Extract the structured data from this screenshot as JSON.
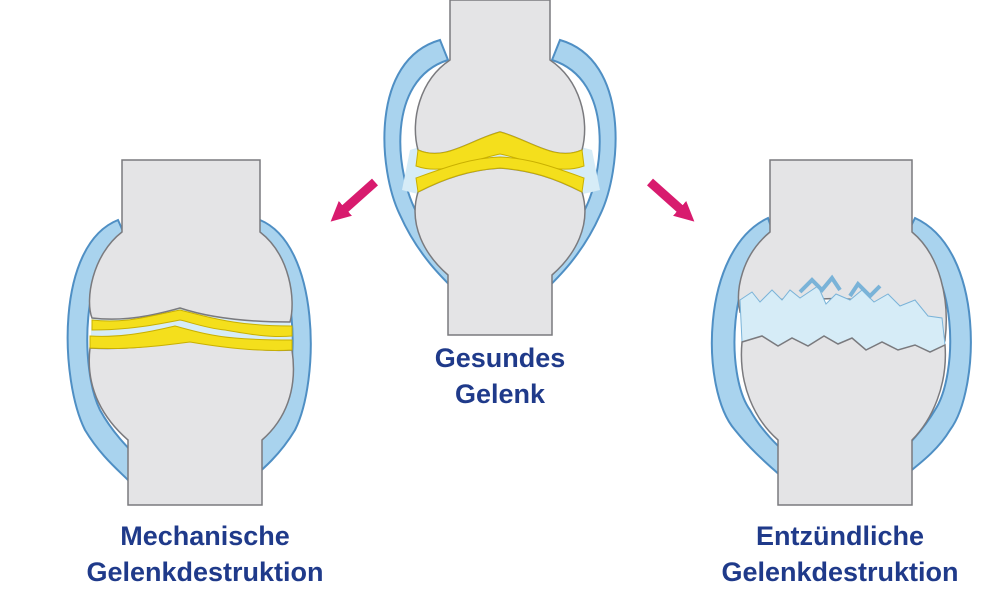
{
  "diagram": {
    "center": {
      "line1": "Gesundes",
      "line2": "Gelenk"
    },
    "left": {
      "line1": "Mechanische",
      "line2": "Gelenkdestruktion"
    },
    "right": {
      "line1": "Entzündliche",
      "line2": "Gelenkdestruktion"
    }
  },
  "colors": {
    "bone": "#e4e4e6",
    "bone_outline": "#7a7a7e",
    "capsule": "#a9d3ee",
    "capsule_outline": "#4f8fc4",
    "synovial_fluid": "#d6ecf7",
    "cartilage": "#f4df1c",
    "cartilage_outline": "#c9b000",
    "arrow": "#d81b6e",
    "label_text": "#1f3a8a"
  }
}
